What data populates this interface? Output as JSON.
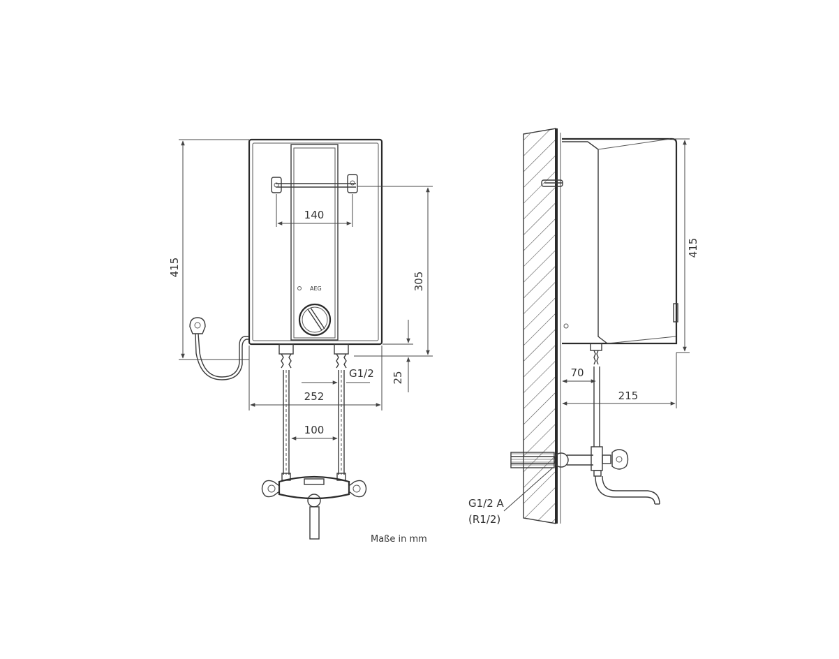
{
  "front_view": {
    "height_label": "415",
    "bracket_width_label": "140",
    "bracket_to_bottom_label": "305",
    "bottom_offset_label": "25",
    "thread_label": "G1/2",
    "width_label": "252",
    "connection_spacing_label": "100",
    "brand_text": "AEG"
  },
  "side_view": {
    "height_label": "415",
    "wall_to_pipe_label": "70",
    "depth_label": "215",
    "thread_label_line1": "G1/2 A",
    "thread_label_line2": "(R1/2)"
  },
  "units_note": "Maße in mm"
}
